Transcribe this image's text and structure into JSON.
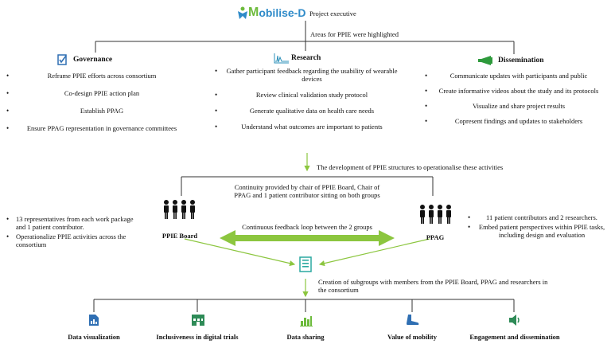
{
  "top": {
    "logo_m": "M",
    "logo_rest": "obilise-D",
    "executive": "Project executive",
    "highlight": "Areas for PPIE were highlighted"
  },
  "governance": {
    "title": "Governance",
    "icon": "checklist-icon",
    "items": [
      "Reframe PPIE efforts across consortium",
      "Co-design PPIE action plan",
      "Establish PPAG",
      "Ensure PPAG representation in governance committees"
    ]
  },
  "research": {
    "title": "Research",
    "icon": "waveform-icon",
    "items": [
      "Gather participant feedback regarding the usability of wearable devices",
      "Review clinical validation study protocol",
      "Generate qualitative data on health care needs",
      "Understand what outcomes are important to patients"
    ]
  },
  "dissemination": {
    "title": "Dissemination",
    "icon": "megaphone-icon",
    "items": [
      "Communicate updates with participants and public",
      "Create informative videos about the study and its protocols",
      "Visualize and share project results",
      "Copresent findings and updates to stakeholders"
    ]
  },
  "development": "The development of PPIE structures to operationalise these activities",
  "continuity": "Continuity provided by chair of PPIE Board, Chair of PPAG and 1 patient contributor sitting on both groups",
  "feedback_loop": "Continuous feedback loop between the 2 groups",
  "board": {
    "label": "PPIE Board",
    "items": [
      "13 representatives from each work package and 1 patient contributor.",
      "Operationalize PPIE activities across the consortium"
    ]
  },
  "ppag": {
    "label": "PPAG",
    "items": [
      "11 patient contributors and 2 researchers.",
      "Embed patient perspectives within PPIE tasks, including design and evaluation"
    ]
  },
  "subgroups_text": "Creation of subgroups with members from the PPIE Board, PPAG and researchers in the consortium",
  "subgroups": [
    {
      "label": "Data visualization",
      "icon": "document-chart-icon",
      "color": "#2f6fb3"
    },
    {
      "label": "Inclusiveness in digital trials",
      "icon": "building-icon",
      "color": "#2e8b57"
    },
    {
      "label": "Data sharing",
      "icon": "bar-chart-icon",
      "color": "#6dbb3c"
    },
    {
      "label": "Value of mobility",
      "icon": "foot-icon",
      "color": "#2f6fb3"
    },
    {
      "label": "Engagement and dissemination",
      "icon": "speaker-icon",
      "color": "#2e8b57"
    }
  ],
  "colors": {
    "arrow_green": "#8cc63f",
    "line": "#333333"
  }
}
